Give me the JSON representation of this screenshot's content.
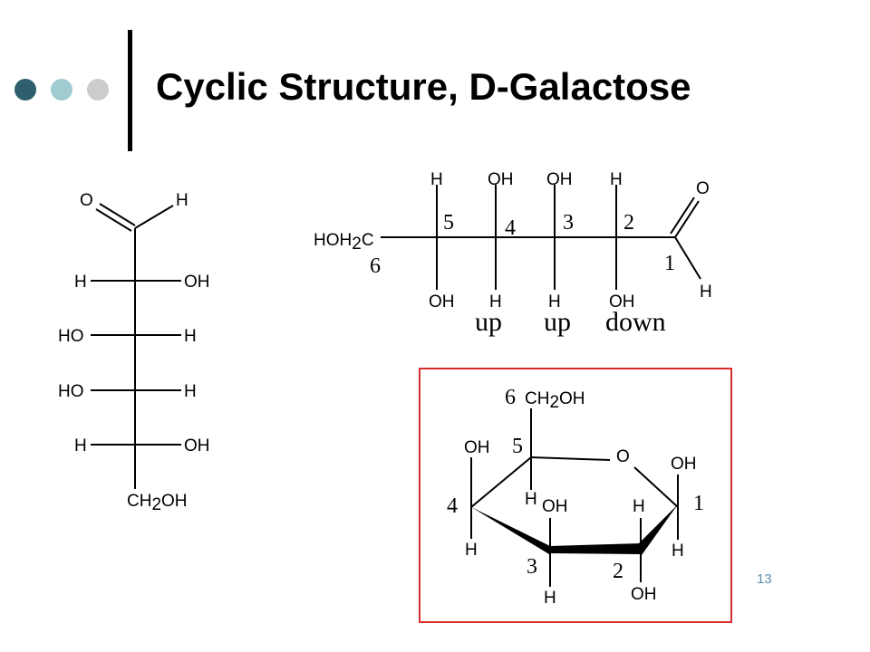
{
  "slide": {
    "title": "Cyclic Structure, D-Galactose",
    "page_number": "13",
    "colors": {
      "dot_dark": "#2f5f6e",
      "dot_teal": "#9fcbd1",
      "dot_gray": "#cccccc",
      "box_border": "#d62c2c",
      "page_number": "#5a8fa8"
    }
  },
  "fischer": {
    "top_O": "O",
    "top_H": "H",
    "rows": [
      {
        "left": "H",
        "right": "OH"
      },
      {
        "left": "HO",
        "right": "H"
      },
      {
        "left": "HO",
        "right": "H"
      },
      {
        "left": "H",
        "right": "OH"
      }
    ],
    "bottom_ch2": "CH",
    "bottom_sub": "2",
    "bottom_oh": "OH"
  },
  "zigzag": {
    "hoh_prefix": "HOH",
    "hoh_sub": "2",
    "hoh_c": "C",
    "top_labels": [
      "H",
      "OH",
      "OH",
      "H"
    ],
    "bottom_labels": [
      "OH",
      "H",
      "H",
      "OH"
    ],
    "carbon_numbers": [
      "5",
      "4",
      "3",
      "2",
      "1",
      "6"
    ],
    "aldehyde_O": "O",
    "aldehyde_H": "H",
    "orientation_words": [
      "up",
      "up",
      "down"
    ]
  },
  "haworth": {
    "c6_number": "6",
    "c6_group": "CH",
    "c6_sub": "2",
    "c6_oh": "OH",
    "ring_O": "O",
    "c5_number": "5",
    "c5_H": "H",
    "c4_number": "4",
    "c4_OH": "OH",
    "c4_H": "H",
    "c3_number": "3",
    "c3_OH": "OH",
    "c3_H": "H",
    "c2_number": "2",
    "c2_H": "H",
    "c2_OH": "OH",
    "c1_number": "1",
    "c1_OH": "OH",
    "c1_H": "H"
  }
}
